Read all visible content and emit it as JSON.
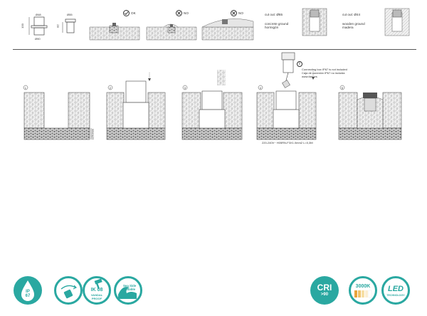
{
  "dims": {
    "d48": "Ø48",
    "d55": "Ø55",
    "d90": "Ø90",
    "h100": "100",
    "h82": "82"
  },
  "placements": [
    {
      "label": "OK",
      "ok": true
    },
    {
      "label": "NO",
      "ok": false
    },
    {
      "label": "NO",
      "ok": false
    }
  ],
  "cutouts": {
    "concrete_cut": "cut out: Ø65",
    "concrete_label_1": "concrete ground",
    "concrete_label_2": "hormigón",
    "wooden_cut": "cut out: Ø44",
    "wooden_label_1": "wooden ground",
    "wooden_label_2": "madera"
  },
  "steps": [
    "1",
    "2",
    "3",
    "4",
    "5"
  ],
  "depth_label": "≥250mm",
  "info": {
    "marker": "i",
    "line1": "Connecting box IP67 is not included",
    "line2": "Caja de conexión IP67 no incluida",
    "line3": "www.faro.es"
  },
  "cable_spec": "220-240V~ H05RN-F3X1.0mm2 L=0,3M",
  "badges": {
    "ip_top": "IP",
    "ip_value": "67",
    "ik_value": "IK 08",
    "vandal_1": "VANDAL",
    "vandal_2": "PROOF",
    "sea_1": "Sea Side",
    "sea_2": "Suitable",
    "cri_label": "CRI",
    "cri_value": ">90",
    "cct_value": "3000K",
    "led_label": "LED",
    "led_sub": "TECHNOLOGY"
  },
  "colors": {
    "teal": "#2aa8a1",
    "amber": "#e8a33a",
    "line": "#555555"
  }
}
